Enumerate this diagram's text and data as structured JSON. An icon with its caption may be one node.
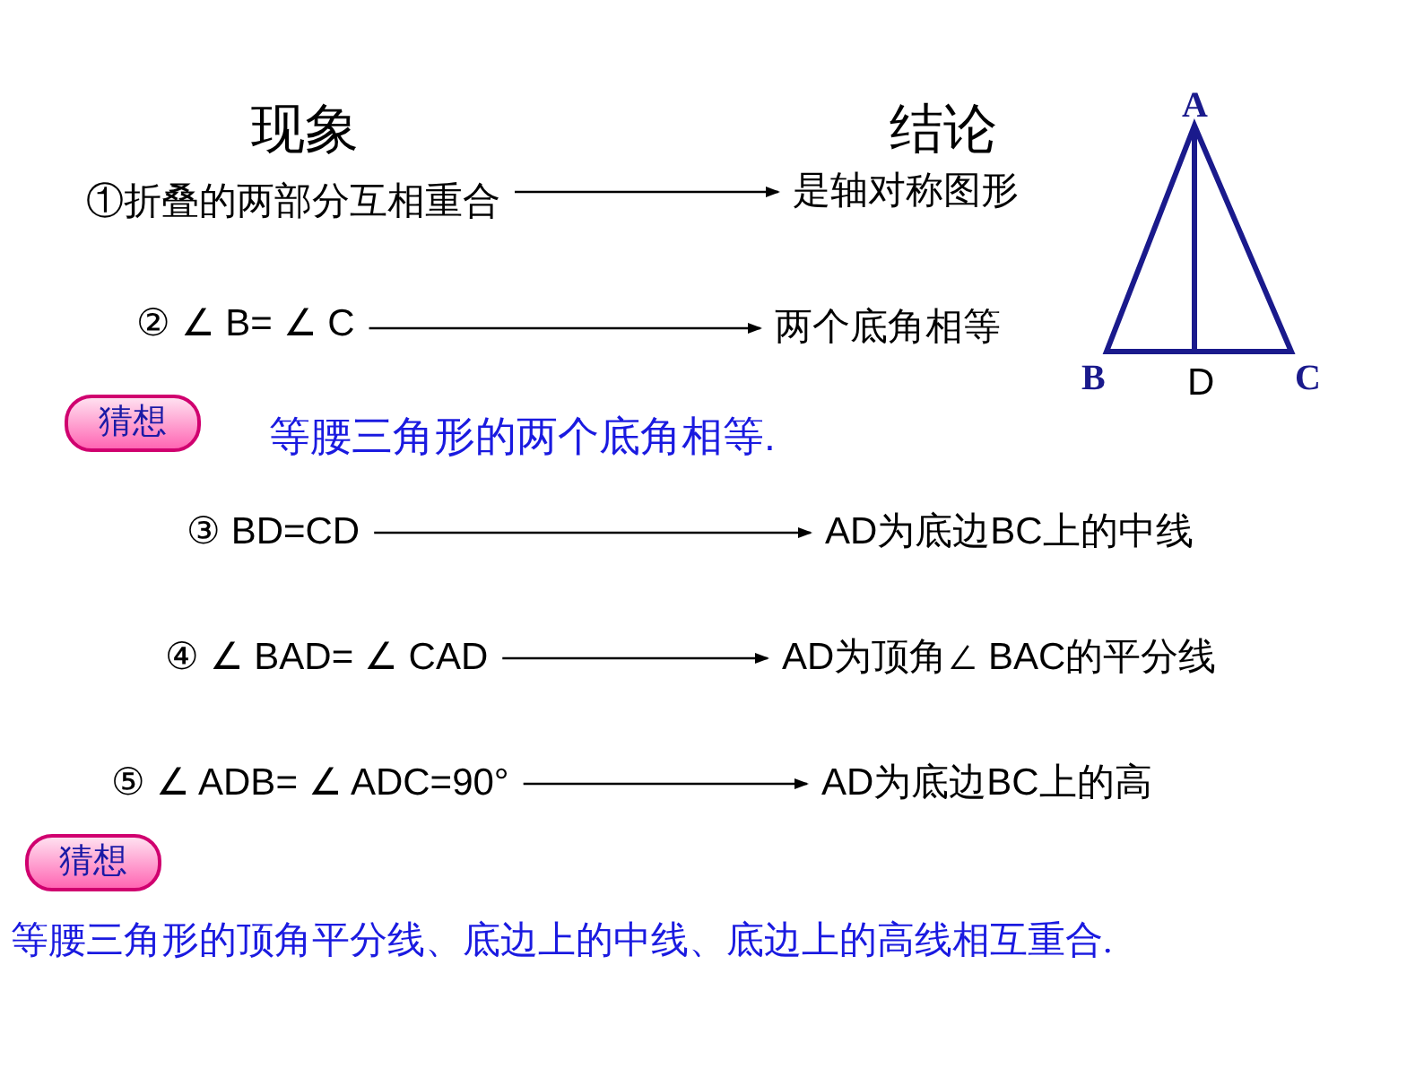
{
  "diagram": {
    "nodes": [
      {
        "text": [
          "①折叠的两部分互相重合"
        ]
      },
      {
        "text": [
          "是轴对称图形"
        ]
      },
      {
        "text": [
          "② ∠ B= ∠ C"
        ]
      },
      {
        "text": [
          "两个底角相等"
        ]
      },
      {
        "text": [
          "猜想"
        ]
      },
      {
        "text": [
          "③ BD=CD"
        ]
      },
      {
        "text": [
          "AD为底边BC上的中线"
        ]
      },
      {
        "text": [
          "④ ∠ BAD= ∠ CAD"
        ]
      },
      {
        "text": [
          "AD为顶角∠ BAC的平分线"
        ]
      },
      {
        "text": [
          "⑤ ∠ ADB= ∠ ADC=90°"
        ]
      },
      {
        "text": [
          "AD为底边BC上的高"
        ]
      },
      {
        "text": [
          "猜想"
        ]
      }
    ],
    "edges": [
      {
        "from": 0,
        "to": 1,
        "arrow": "to"
      },
      {
        "from": 2,
        "to": 3,
        "arrow": "to"
      },
      {
        "from": 5,
        "to": 6,
        "arrow": "to"
      },
      {
        "from": 7,
        "to": 8,
        "arrow": "to"
      },
      {
        "from": 9,
        "to": 10,
        "arrow": "to"
      }
    ],
    "labels": [
      "现象",
      "结论",
      "A",
      "B",
      "D",
      "C",
      "等腰三角形的两个底角相等.",
      "等腰三角形的顶角平分线、底边上的中线、底边上的高线相互重合."
    ]
  }
}
